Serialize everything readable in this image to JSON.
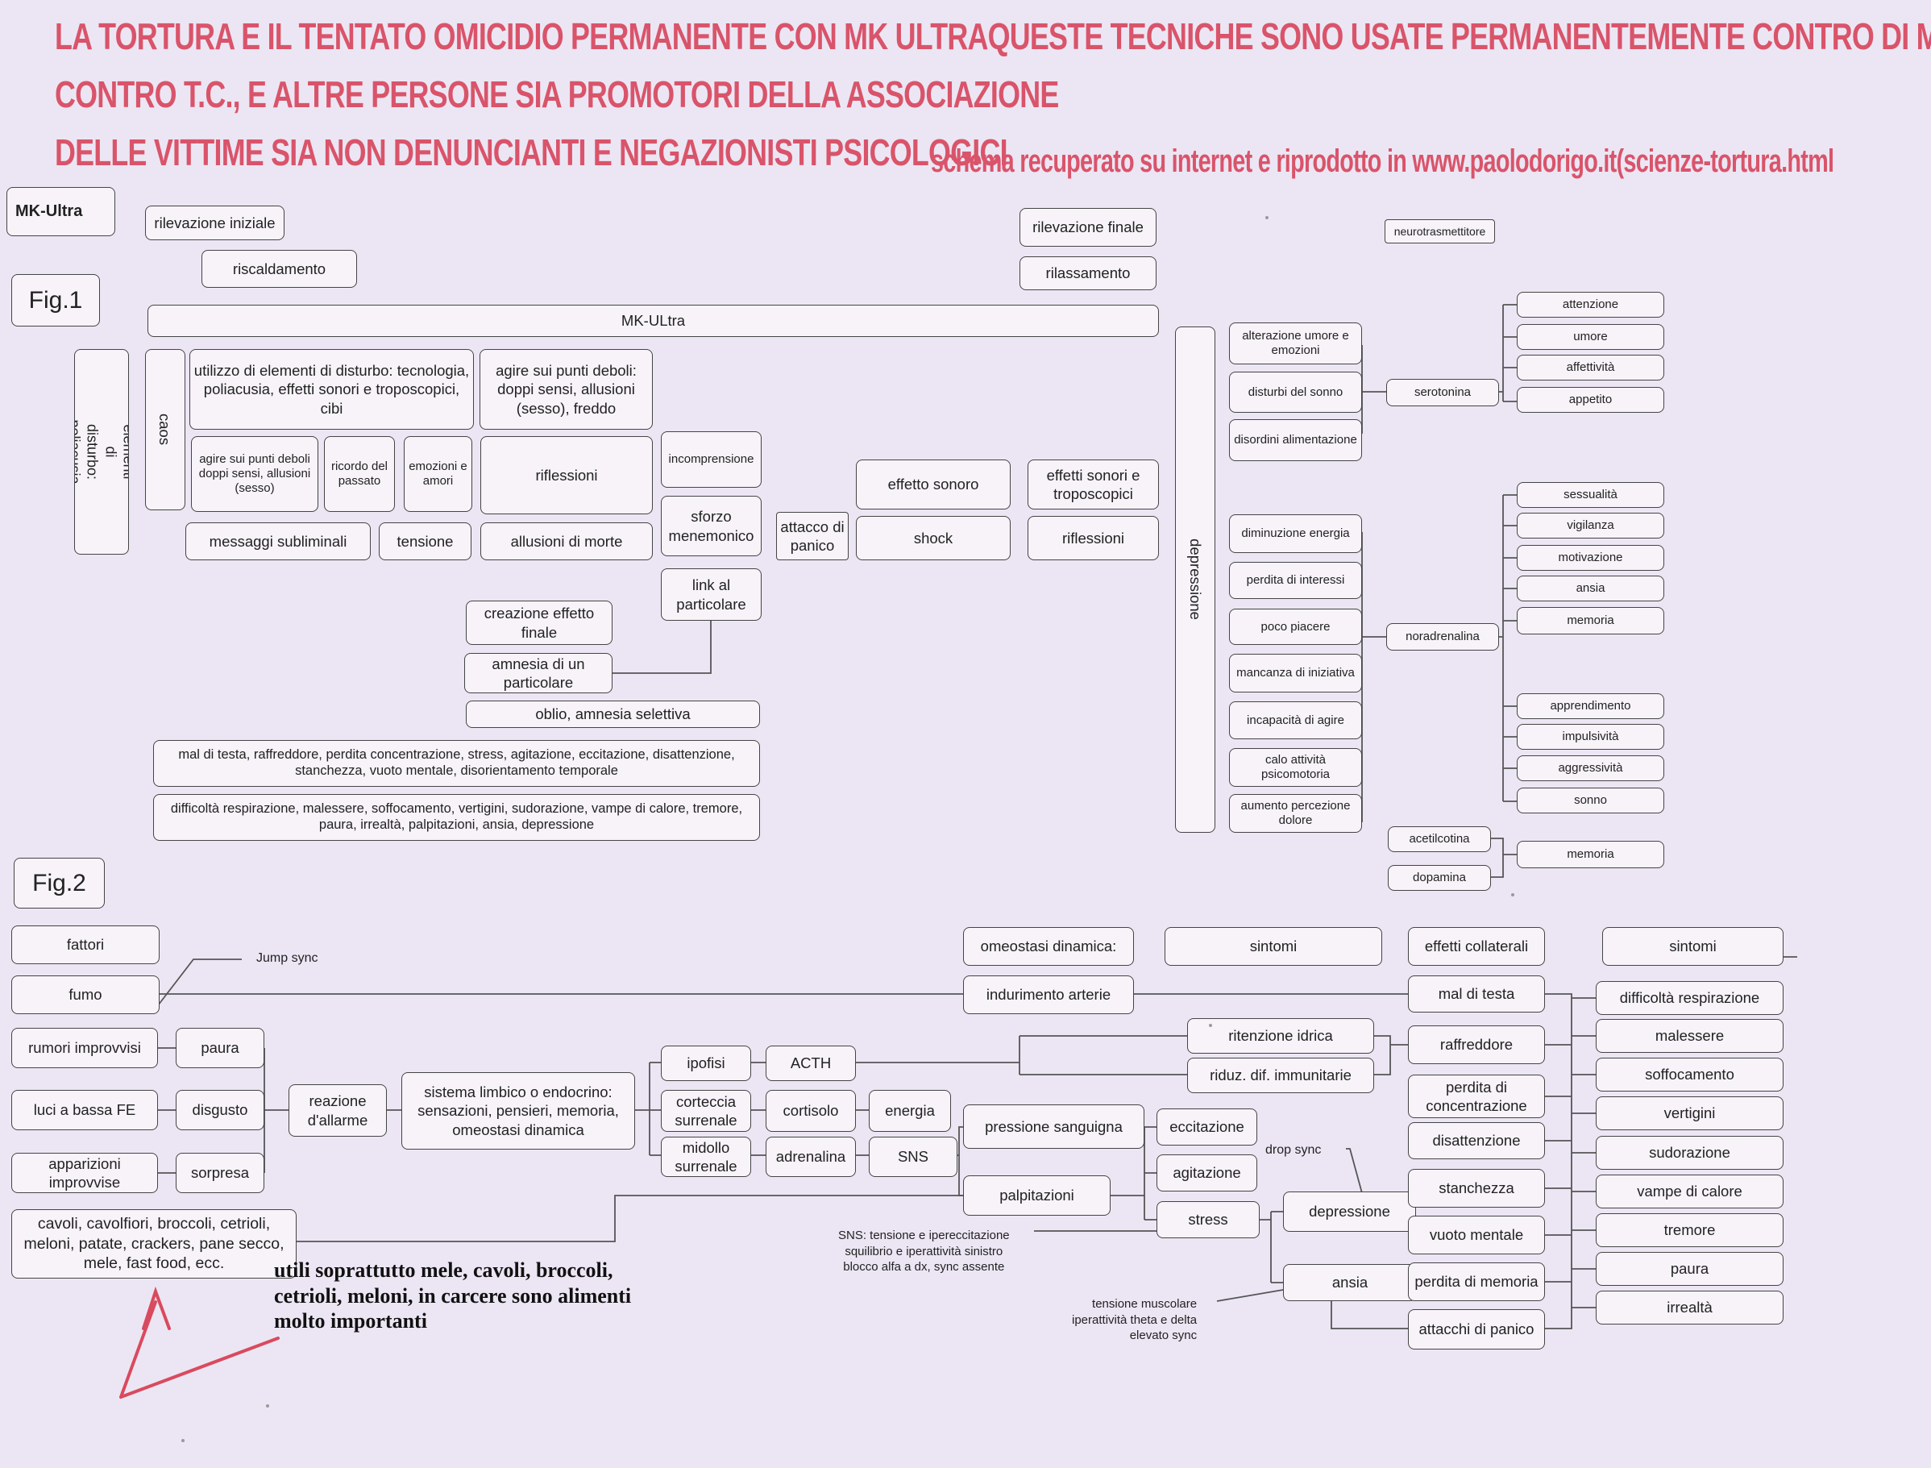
{
  "header": {
    "line1": "LA TORTURA E IL TENTATO OMICIDIO PERMANENTE CON MK ULTRAQUESTE TECNICHE SONO USATE PERMANENTEMENTE CONTRO DI ME,",
    "line2": "CONTRO T.C., E ALTRE PERSONE SIA PROMOTORI DELLA ASSOCIAZIONE",
    "line3": "DELLE VITTIME SIA NON DENUNCIANTI E NEGAZIONISTI PSICOLOGICI",
    "source": "schema recuperato su internet e riprodotto in www.paolodorigo.it(scienze-tortura.html"
  },
  "colors": {
    "header": "#d9546a",
    "arrow": "#d94a5e",
    "background": "#ece6f4"
  },
  "fig1": {
    "mk_ultra_tag": "MK-Ultra",
    "label": "Fig.1",
    "rilevazione_iniziale": "rilevazione iniziale",
    "riscaldamento": "riscaldamento",
    "rilevazione_finale": "rilevazione finale",
    "rilassamento": "rilassamento",
    "neurotrasmettitore": "neurotrasmettitore",
    "mk_bar": "MK-ULtra",
    "creazione_vertical": "creazione elementi di disturbo: poliacusia e link",
    "caos": "caos",
    "utilizzo": "utilizzo di elementi di disturbo: tecnologia, poliacusia, effetti sonori e troposcopici, cibi",
    "agire_big": "agire sui punti deboli: doppi sensi, allusioni (sesso), freddo",
    "agire_small": "agire sui punti deboli doppi sensi, allusioni (sesso)",
    "ricordo": "ricordo del passato",
    "emozioni": "emozioni e amori",
    "riflessioni": "riflessioni",
    "incomprensione": "incomprensione",
    "sforzo": "sforzo menemonico",
    "messaggi": "messaggi subliminali",
    "tensione": "tensione",
    "allusioni": "allusioni di morte",
    "link": "link al particolare",
    "attacco": "attacco di panico",
    "effetto_sonoro": "effetto sonoro",
    "shock": "shock",
    "effetti_sonori": "effetti sonori e troposcopici",
    "riflessioni2": "riflessioni",
    "creazione_effetto": "creazione effetto finale",
    "amnesia": "amnesia di un particolare",
    "oblio": "oblio, amnesia selettiva",
    "sintomi1": "mal di testa, raffreddore, perdita concentrazione, stress, agitazione, eccitazione, disattenzione, stanchezza, vuoto mentale, disorientamento temporale",
    "sintomi2": "difficoltà respirazione, malessere, soffocamento, vertigini, sudorazione, vampe di calore, tremore, paura, irrealtà, palpitazioni, ansia, depressione",
    "depressione": "depressione",
    "effects": [
      "alterazione umore e emozioni",
      "disturbi del sonno",
      "disordini alimentazione",
      "diminuzione energia",
      "perdita di interessi",
      "poco piacere",
      "mancanza di iniziativa",
      "incapacità di agire",
      "calo attività psicomotoria",
      "aumento percezione dolore"
    ],
    "serotonina": "serotonina",
    "noradrenalina": "noradrenalina",
    "acetilcotina": "acetilcotina",
    "dopamina": "dopamina",
    "functions": [
      "attenzione",
      "umore",
      "affettività",
      "appetito",
      "sessualità",
      "vigilanza",
      "motivazione",
      "ansia",
      "memoria",
      "apprendimento",
      "impulsività",
      "aggressività",
      "sonno",
      "memoria"
    ]
  },
  "fig2": {
    "label": "Fig.2",
    "fattori": "fattori",
    "jump_sync": "Jump sync",
    "fumo": "fumo",
    "rumori": "rumori improvvisi",
    "luci": "luci a bassa FE",
    "apparizioni": "apparizioni improvvise",
    "cibi": "cavoli, cavolfiori, broccoli, cetrioli, meloni, patate, crackers, pane secco, mele, fast food, ecc.",
    "paura": "paura",
    "disgusto": "disgusto",
    "sorpresa": "sorpresa",
    "reazione": "reazione d'allarme",
    "sistema": "sistema limbico o endocrino: sensazioni, pensieri, memoria, omeostasi dinamica",
    "ipofisi": "ipofisi",
    "corteccia": "corteccia surrenale",
    "midollo": "midollo surrenale",
    "acth": "ACTH",
    "cortisolo": "cortisolo",
    "adrenalina": "adrenalina",
    "energia": "energia",
    "sns": "SNS",
    "omeostasi": "omeostasi dinamica:",
    "indurimento": "indurimento arterie",
    "sintomi_head": "sintomi",
    "ritenzione": "ritenzione idrica",
    "riduz": "riduz. dif. immunitarie",
    "pressione": "pressione sanguigna",
    "palpitazioni": "palpitazioni",
    "eccitazione": "eccitazione",
    "agitazione": "agitazione",
    "stress": "stress",
    "drop_sync": "drop sync",
    "depressione": "depressione",
    "ansia": "ansia",
    "sns_note": [
      "SNS: tensione e ipereccitazione",
      "squilibrio e iperattività sinistro",
      "blocco alfa a dx, sync assente"
    ],
    "tensione_note": [
      "tensione muscolare",
      "iperattività theta e delta",
      "elevato sync"
    ],
    "effetti_head": "effetti collaterali",
    "effetti": [
      "mal di testa",
      "raffreddore",
      "perdita di concentrazione",
      "disattenzione",
      "stanchezza",
      "vuoto mentale",
      "perdita di memoria",
      "attacchi di panico"
    ],
    "sintomi_head2": "sintomi",
    "sintomi": [
      "difficoltà respirazione",
      "malessere",
      "soffocamento",
      "vertigini",
      "sudorazione",
      "vampe di calore",
      "tremore",
      "paura",
      "irrealtà"
    ],
    "note": [
      "utili soprattutto mele, cavoli, broccoli,",
      "cetrioli, meloni, in carcere sono alimenti",
      "molto importanti"
    ]
  }
}
